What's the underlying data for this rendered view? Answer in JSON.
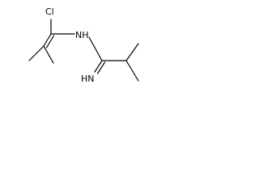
{
  "molecule": {
    "labels": {
      "chlorine": "Cl",
      "amine": "NH",
      "imine": "HN"
    }
  },
  "colors": {
    "bond": "#000000",
    "text": "#000000",
    "background": "#ffffff"
  }
}
